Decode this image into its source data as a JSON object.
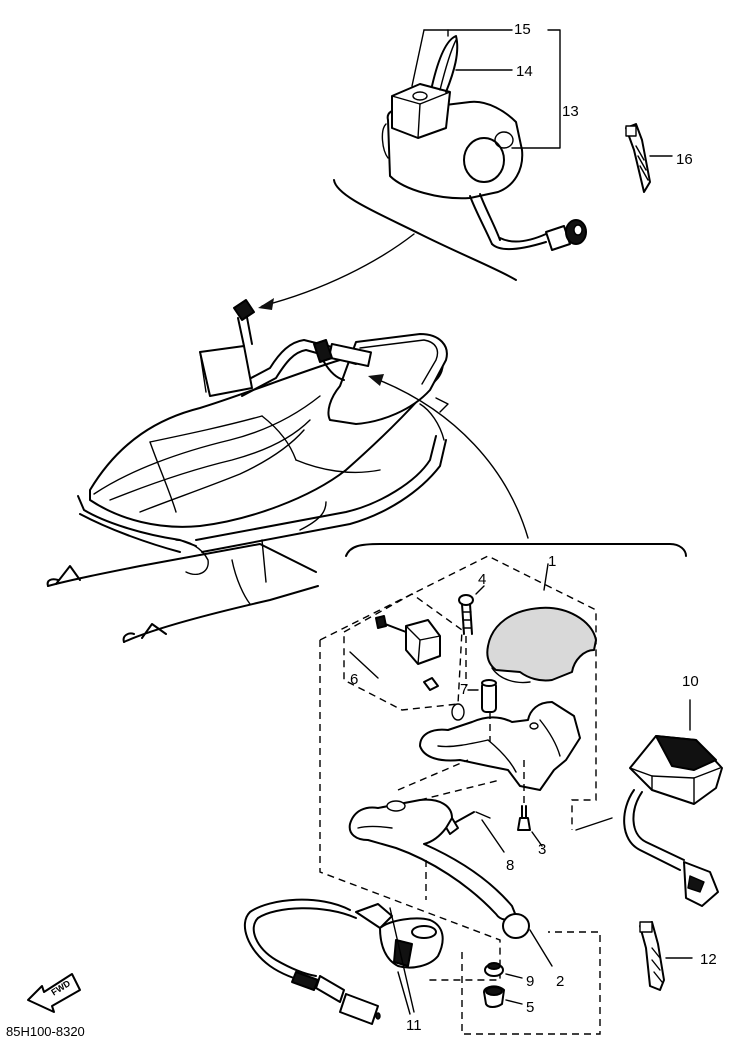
{
  "callouts": {
    "c1": "1",
    "c2": "2",
    "c3": "3",
    "c4": "4",
    "c5": "5",
    "c6": "6",
    "c7": "7",
    "c8": "8",
    "c9": "9",
    "c10": "10",
    "c11": "11",
    "c12": "12",
    "c13": "13",
    "c14": "14",
    "c15": "15",
    "c16": "16"
  },
  "fwd_label": "FWD",
  "diagram_code": "85H100-8320"
}
